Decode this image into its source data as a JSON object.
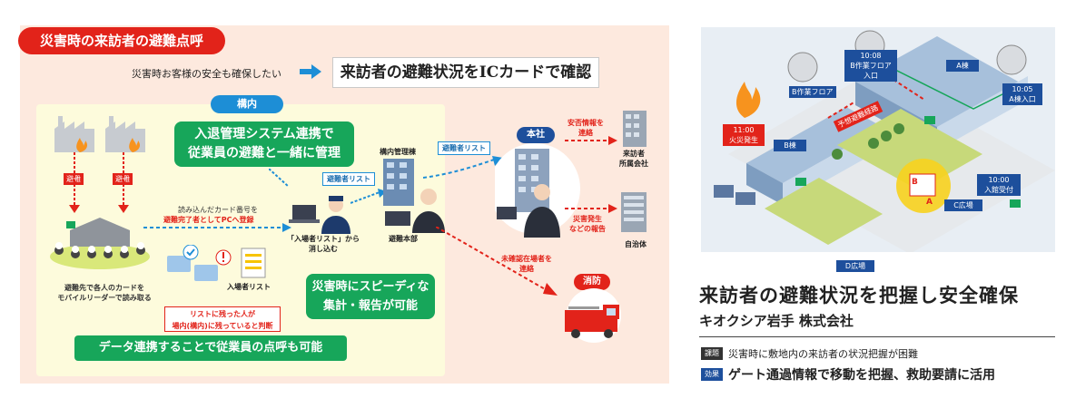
{
  "left": {
    "title": "災害時の来訪者の避難点呼",
    "intro": "災害時お客様の安全も確保したい",
    "banner": "来訪者の避難状況をICカードで確認",
    "campus_label": "構内",
    "system_bubble": [
      "入退管理システム連携で",
      "従業員の避難と一緒に管理"
    ],
    "evac_label": "避難",
    "read_card": [
      "避難先で各人のカードを",
      "モバイルリーダーで読み取る"
    ],
    "card_number": "読み込んだカード番号を",
    "card_register": "避難完了者としてPCへ登録",
    "visitor_list_tag": "避難者リスト",
    "entry_list": "入場者リスト",
    "erase": [
      "「入場者リスト」から",
      "消し込む"
    ],
    "mgmt_building": "構内管理棟",
    "hq_evac": "避難本部",
    "evac_list_tag2": "避難者リスト",
    "remaining": [
      "リストに残った人が",
      "場内(構内)に残っていると判断"
    ],
    "speedy": [
      "災害時にスピーディな",
      "集計・報告が可能"
    ],
    "data_link": "データ連携することで従業員の点呼も可能",
    "hq": "本社",
    "safety_info": [
      "安否情報を",
      "連絡"
    ],
    "visitor_company": [
      "来訪者",
      "所属会社"
    ],
    "disaster_report": [
      "災害発生",
      "などの報告"
    ],
    "local_gov": "自治体",
    "unconfirmed": [
      "未確認在場者を",
      "連絡"
    ],
    "fire_dept": "消防",
    "colors": {
      "red": "#e2231a",
      "green": "#17a65a",
      "blue": "#1d8ed6",
      "navy": "#1d4f9c",
      "panel": "#fde9de"
    }
  },
  "right": {
    "tags": {
      "b_floor": "B作業フロア",
      "b_floor_entry": [
        "10:08",
        "B作業フロア入口"
      ],
      "a_building": "A棟",
      "a_entry": [
        "10:05",
        "A棟入口"
      ],
      "fire": [
        "11:00",
        "火災発生"
      ],
      "b_building": "B棟",
      "route": "予想避難経路",
      "reception": [
        "10:00",
        "入館受付"
      ],
      "c_square": "C広場",
      "d_square": "D広場",
      "map_b": "B",
      "map_a": "A"
    },
    "main_title": "来訪者の避難状況を把握し安全確保",
    "company": "キオクシア岩手 株式会社",
    "kadai_tag": "課題",
    "kadai_text": "災害時に敷地内の来訪者の状況把握が困難",
    "kouka_tag": "効果",
    "kouka_text": "ゲート通過情報で移動を把握、救助要請に活用"
  }
}
